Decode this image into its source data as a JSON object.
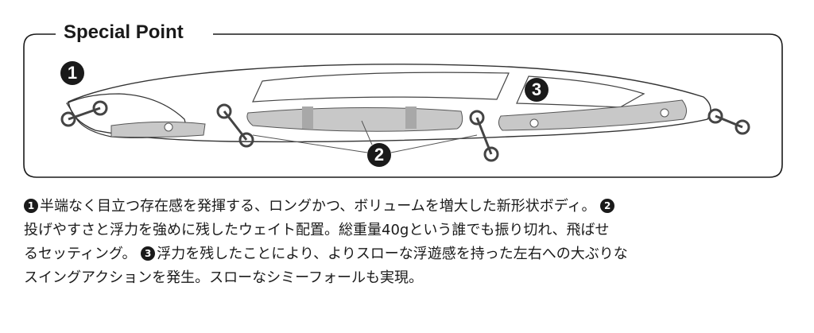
{
  "title": "Special Point",
  "markers": [
    "1",
    "2",
    "3"
  ],
  "description": {
    "line1": {
      "n1": "1",
      "text1": "半端なく目立つ存在感を発揮する、ロングかつ、ボリュームを増大した新形状ボディ。",
      "n2": "2"
    },
    "line2": {
      "text": "投げやすさと浮力を強めに残したウェイト配置。総重量40gという誰でも振り切れ、飛ばせ"
    },
    "line3": {
      "text1": "るセッティング。",
      "n3": "3",
      "text2": "浮力を残したことにより、よりスローな浮遊感を持った左右への大ぶりな"
    },
    "line4": {
      "text": "スイングアクションを発生。スローなシミーフォールも実現。"
    }
  },
  "colors": {
    "ink": "#1a1a1a",
    "body_fill": "#ffffff",
    "weight_fill": "#c8c8c8"
  }
}
